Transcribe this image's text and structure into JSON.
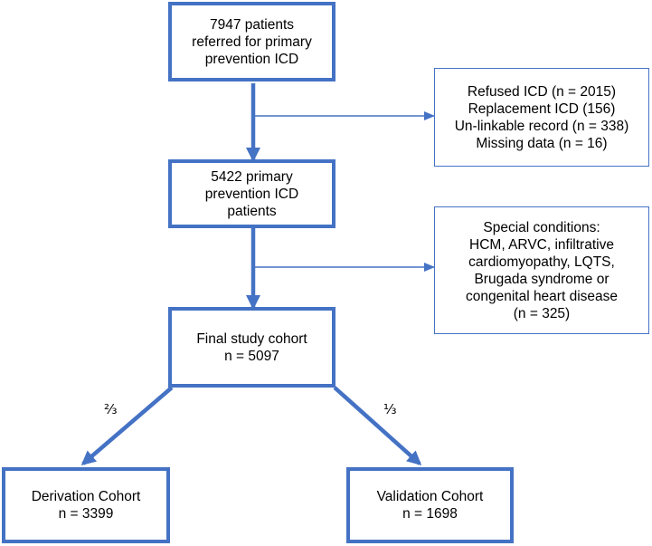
{
  "colors": {
    "accent": "#4472c4"
  },
  "boxes": {
    "referred": {
      "lines": [
        "7947 patients",
        "referred for primary",
        "prevention ICD"
      ]
    },
    "primary": {
      "lines": [
        "5422 primary",
        "prevention ICD",
        "patients"
      ]
    },
    "final": {
      "lines": [
        "Final study cohort",
        "n = 5097"
      ]
    },
    "derivation": {
      "lines": [
        "Derivation Cohort",
        "n = 3399"
      ]
    },
    "validation": {
      "lines": [
        "Validation Cohort",
        "n = 1698"
      ]
    },
    "excluded1": {
      "lines": [
        "Refused ICD (n = 2015)",
        "Replacement ICD (156)",
        "Un-linkable record (n = 338)",
        "Missing data (n = 16)"
      ]
    },
    "excluded2": {
      "lines": [
        "Special conditions:",
        "HCM, ARVC, infiltrative",
        "cardiomyopathy, LQTS,",
        "Brugada syndrome or",
        "congenital heart disease",
        "(n = 325)"
      ]
    }
  },
  "split_labels": {
    "derivation_fraction": "⅔",
    "validation_fraction": "⅓"
  }
}
